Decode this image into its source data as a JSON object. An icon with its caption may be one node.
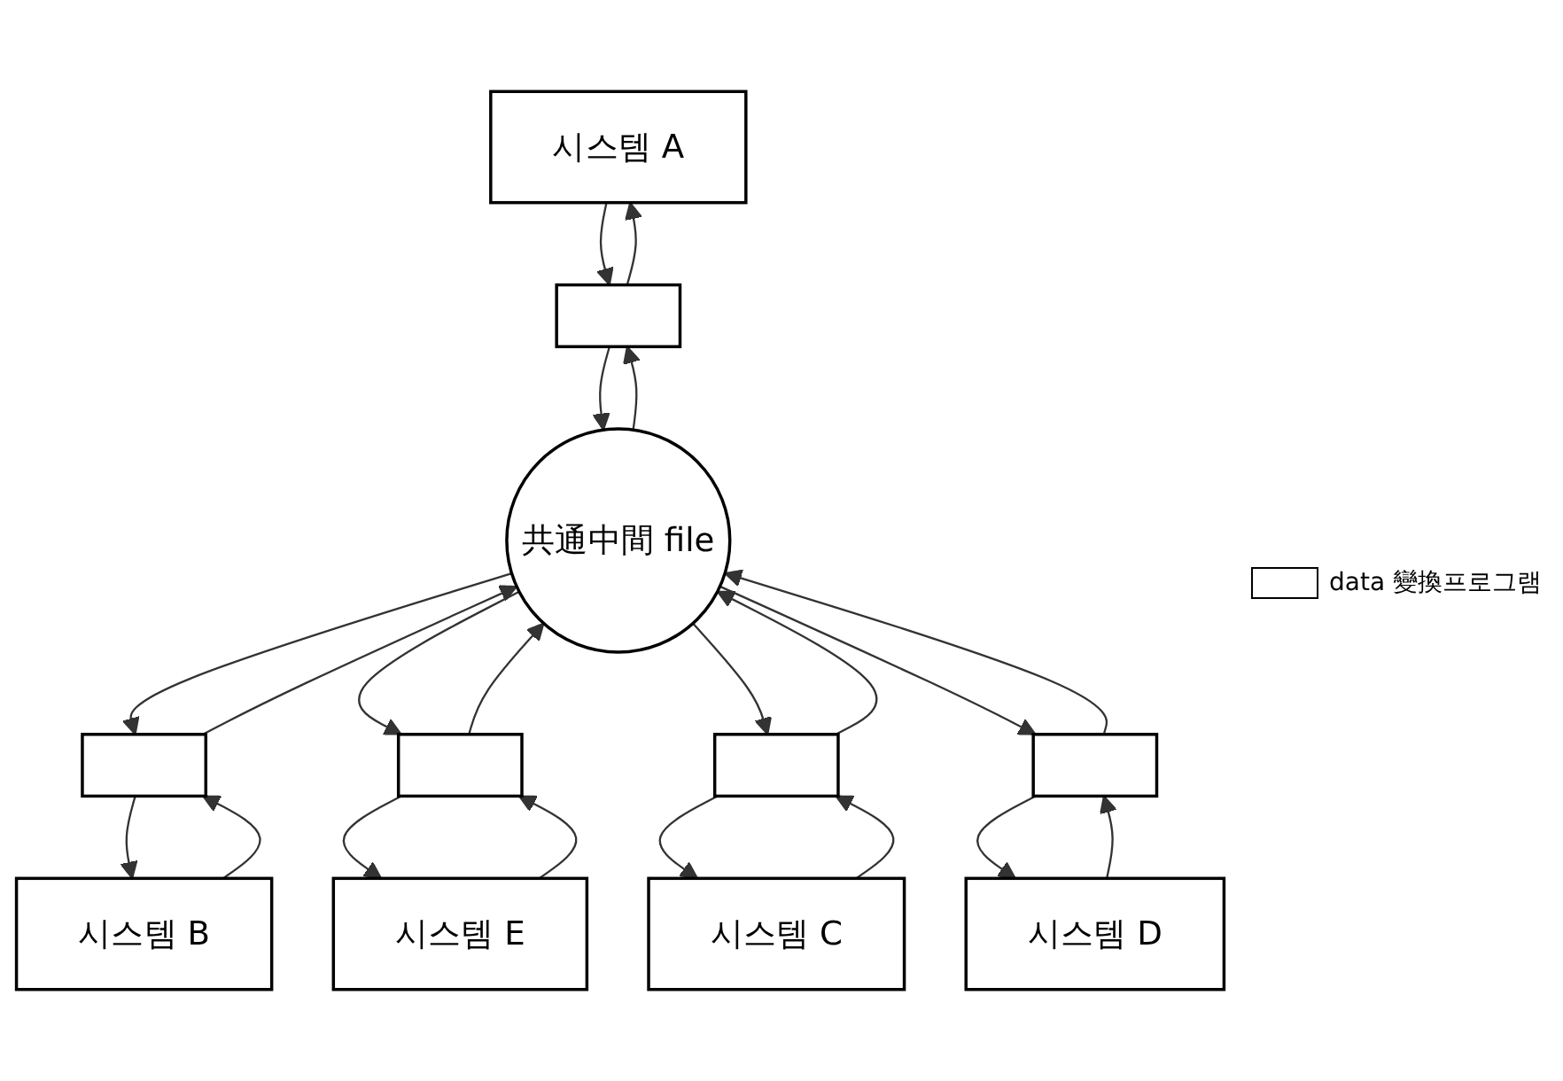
{
  "diagram": {
    "nodes": [
      {
        "text": [
          "시스템 A"
        ]
      },
      {
        "text": [],
        "shape": "box"
      },
      {
        "text": [
          "시스템 B"
        ]
      },
      {
        "text": [],
        "shape": "box"
      },
      {
        "text": [
          "共通中間 file"
        ]
      },
      {
        "text": [
          "시스템 E"
        ]
      },
      {
        "text": [],
        "shape": "box"
      },
      {
        "text": [],
        "shape": "box"
      },
      {
        "text": [
          "시스템 C"
        ]
      },
      {
        "text": [],
        "shape": "box"
      },
      {
        "text": [
          "시스템 D"
        ]
      }
    ],
    "edges": [
      {
        "from": 0,
        "to": 1,
        "arrow": "to"
      },
      {
        "from": 1,
        "to": 0,
        "arrow": "to"
      },
      {
        "from": 4,
        "to": 1,
        "arrow": "to"
      },
      {
        "from": 1,
        "to": 4,
        "arrow": "to"
      },
      {
        "from": 2,
        "to": 3,
        "arrow": "to"
      },
      {
        "from": 3,
        "to": 2,
        "arrow": "to"
      },
      {
        "from": 4,
        "to": 3,
        "arrow": "to"
      },
      {
        "from": 3,
        "to": 4,
        "arrow": "to"
      },
      {
        "from": 5,
        "to": 6,
        "arrow": "to"
      },
      {
        "from": 6,
        "to": 5,
        "arrow": "to"
      },
      {
        "from": 6,
        "to": 4,
        "arrow": "to"
      },
      {
        "from": 4,
        "to": 6,
        "arrow": "to"
      },
      {
        "from": 4,
        "to": 7,
        "arrow": "to"
      },
      {
        "from": 7,
        "to": 4,
        "arrow": "to"
      },
      {
        "from": 7,
        "to": 8,
        "arrow": "to"
      },
      {
        "from": 8,
        "to": 7,
        "arrow": "to"
      },
      {
        "from": 4,
        "to": 9,
        "arrow": "to"
      },
      {
        "from": 9,
        "to": 4,
        "arrow": "to"
      },
      {
        "from": 9,
        "to": 10,
        "arrow": "to"
      },
      {
        "from": 10,
        "to": 9,
        "arrow": "to"
      }
    ],
    "legend": [
      {
        "text": "data 變換프로그램"
      }
    ]
  }
}
